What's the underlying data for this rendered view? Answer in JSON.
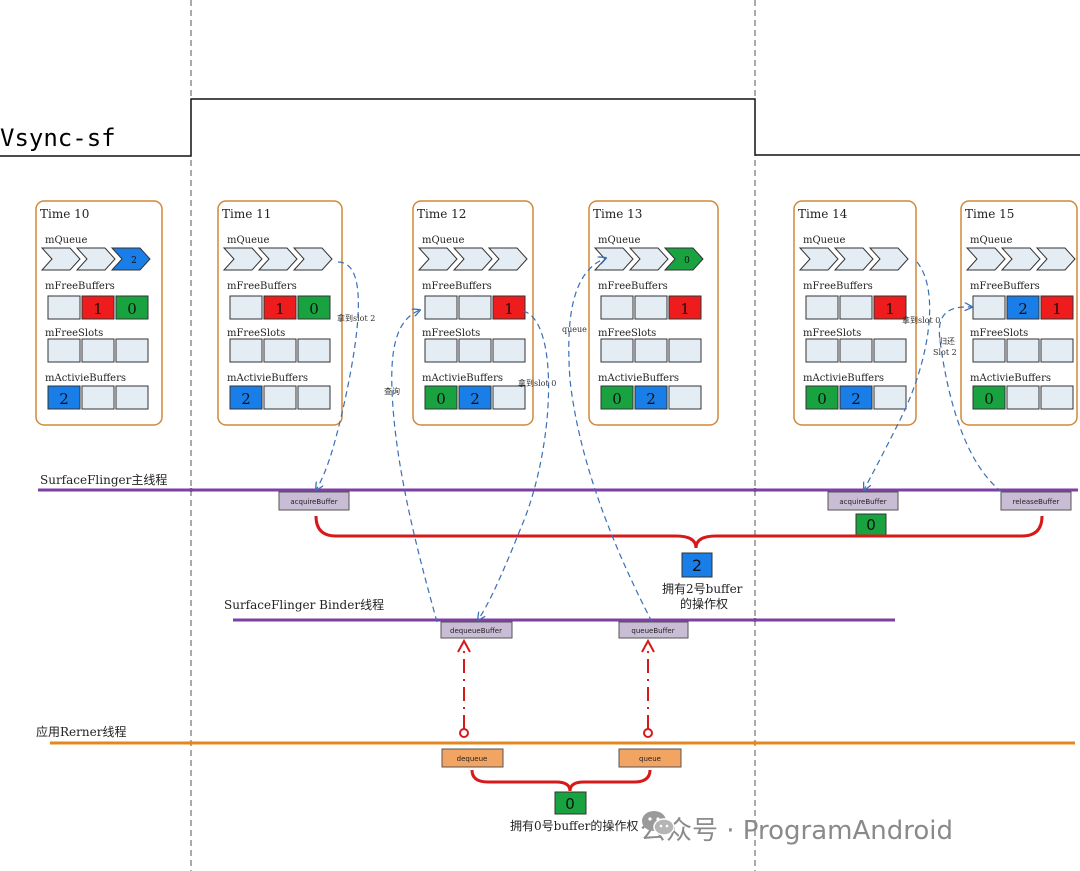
{
  "vsync_label": "Vsync-sf",
  "threads": {
    "sf_main": "SurfaceFlinger主线程",
    "sf_binder": "SurfaceFlinger Binder线程",
    "app_render": "应用Rerner线程"
  },
  "section_labels": {
    "queue": "mQueue",
    "free_buffers": "mFreeBuffers",
    "free_slots": "mFreeSlots",
    "active_buffers": "mActivieBuffers"
  },
  "panels": [
    {
      "title": "Time 10",
      "queue_head": "2",
      "queue_head_color": "#1a7ee8",
      "free": [
        "",
        "1",
        "0"
      ],
      "slots": [
        "",
        "",
        ""
      ],
      "active": [
        "2",
        "",
        ""
      ]
    },
    {
      "title": "Time 11",
      "queue_head": "",
      "queue_head_color": "",
      "free": [
        "",
        "1",
        "0"
      ],
      "slots": [
        "",
        "",
        ""
      ],
      "active": [
        "2",
        "",
        ""
      ]
    },
    {
      "title": "Time 12",
      "queue_head": "",
      "queue_head_color": "",
      "free": [
        "",
        "",
        "1"
      ],
      "slots": [
        "",
        "",
        ""
      ],
      "active": [
        "0",
        "2",
        ""
      ]
    },
    {
      "title": "Time 13",
      "queue_head": "0",
      "queue_head_color": "#19a340",
      "free": [
        "",
        "",
        "1"
      ],
      "slots": [
        "",
        "",
        ""
      ],
      "active": [
        "0",
        "2",
        ""
      ]
    },
    {
      "title": "Time 14",
      "queue_head": "",
      "queue_head_color": "",
      "free": [
        "",
        "",
        "1"
      ],
      "slots": [
        "",
        "",
        ""
      ],
      "active": [
        "0",
        "2",
        ""
      ]
    },
    {
      "title": "Time 15",
      "queue_head": "",
      "queue_head_color": "",
      "free": [
        "",
        "2",
        "1"
      ],
      "slots": [
        "",
        "",
        ""
      ],
      "active": [
        "0",
        "",
        ""
      ]
    }
  ],
  "buffer_colors": {
    "0": "#19a340",
    "1": "#ee1c1c",
    "2": "#1a7ee8",
    "empty": "#e4ecf4"
  },
  "ops": {
    "acquire1": "acquireBuffer",
    "acquire2": "acquireBuffer",
    "release": "releaseBuffer",
    "dequeue_buffer": "dequeueBuffer",
    "queue_buffer": "queueBuffer",
    "dequeue": "dequeue",
    "queue": "queue"
  },
  "annotations": {
    "take_slot2": "拿到slot 2",
    "query": "查询",
    "take_slot0_a": "拿到slot 0",
    "queue": "queue",
    "take_slot0_b": "拿到slot 0",
    "return": "归还",
    "return_slot": "Slot 2"
  },
  "ownership": {
    "acquired_value": "0",
    "owned2_value": "2",
    "owned2_line1": "拥有2号buffer",
    "owned2_line2": "的操作权",
    "owned0_value": "0",
    "owned0_text": "拥有0号buffer的操作权"
  },
  "watermark": "公众号 · ProgramAndroid"
}
